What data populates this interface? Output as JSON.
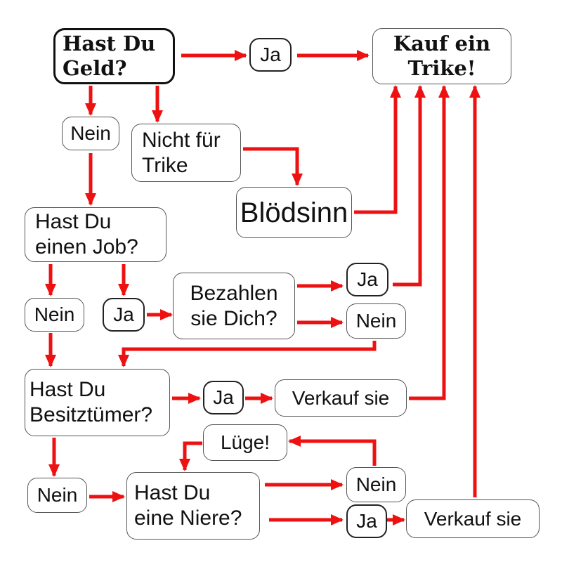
{
  "colors": {
    "arrow": "#ee1111",
    "box_border": "#555555",
    "text": "#111111"
  },
  "nodes": {
    "money": "Hast Du\nGeld?",
    "yes_money": "Ja",
    "buy_trike": "Kauf ein\nTrike!",
    "no_money": "Nein",
    "not_for_trike": "Nicht für\nTrike",
    "nonsense": "Blödsinn",
    "job": "Hast Du\neinen Job?",
    "no_job": "Nein",
    "yes_job": "Ja",
    "pay": "Bezahlen\nsie Dich?",
    "yes_pay": "Ja",
    "no_pay": "Nein",
    "possessions": "Hast Du\nBesitztümer?",
    "yes_possessions": "Ja",
    "sell_possessions": "Verkauf sie",
    "lie": "Lüge!",
    "no_possessions": "Nein",
    "kidney": "Hast Du\neine Niere?",
    "no_kidney": "Nein",
    "yes_kidney": "Ja",
    "sell_kidney": "Verkauf sie"
  }
}
